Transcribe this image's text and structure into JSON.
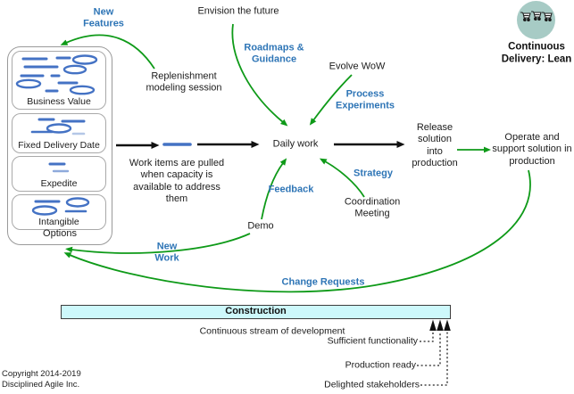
{
  "badge": {
    "title": "Continuous\nDelivery: Lean",
    "icon": "shopping-carts-icon",
    "circle_color": "#A7CBC5"
  },
  "panel": {
    "boxes": [
      {
        "label": "Business Value"
      },
      {
        "label": "Fixed Delivery Date"
      },
      {
        "label": "Expedite"
      },
      {
        "label": "Intangible"
      }
    ],
    "options_label": "Options"
  },
  "nodes": {
    "envision": "Envision the future",
    "evolve_wow": "Evolve WoW",
    "replenishment": "Replenishment\nmodeling session",
    "daily_work": "Daily work",
    "work_items_pulled": "Work items are pulled\nwhen capacity is\navailable to address\nthem",
    "demo": "Demo",
    "coordination": "Coordination\nMeeting",
    "release": "Release\nsolution\ninto\nproduction",
    "operate": "Operate and\nsupport solution in\nproduction"
  },
  "flow_labels": {
    "new_features": "New\nFeatures",
    "roadmaps_guidance": "Roadmaps &\nGuidance",
    "process_experiments": "Process\nExperiments",
    "strategy": "Strategy",
    "feedback": "Feedback",
    "new_work": "New\nWork",
    "change_requests": "Change Requests"
  },
  "construction": {
    "label": "Construction",
    "stream": "Continuous stream of development"
  },
  "milestones": [
    {
      "label": "Sufficient functionality"
    },
    {
      "label": "Production ready"
    },
    {
      "label": "Delighted stakeholders"
    }
  ],
  "footer": {
    "copyright": "Copyright 2014-2019\nDisciplined Agile Inc."
  },
  "colors": {
    "arrow_green": "#0E9A18",
    "label_blue": "#2E75B6",
    "work_item_blue": "#4472C4",
    "work_item_blue_light": "#8FAADC",
    "construction_fill": "#CDF8FB",
    "badge_circle": "#A7CBC5"
  }
}
